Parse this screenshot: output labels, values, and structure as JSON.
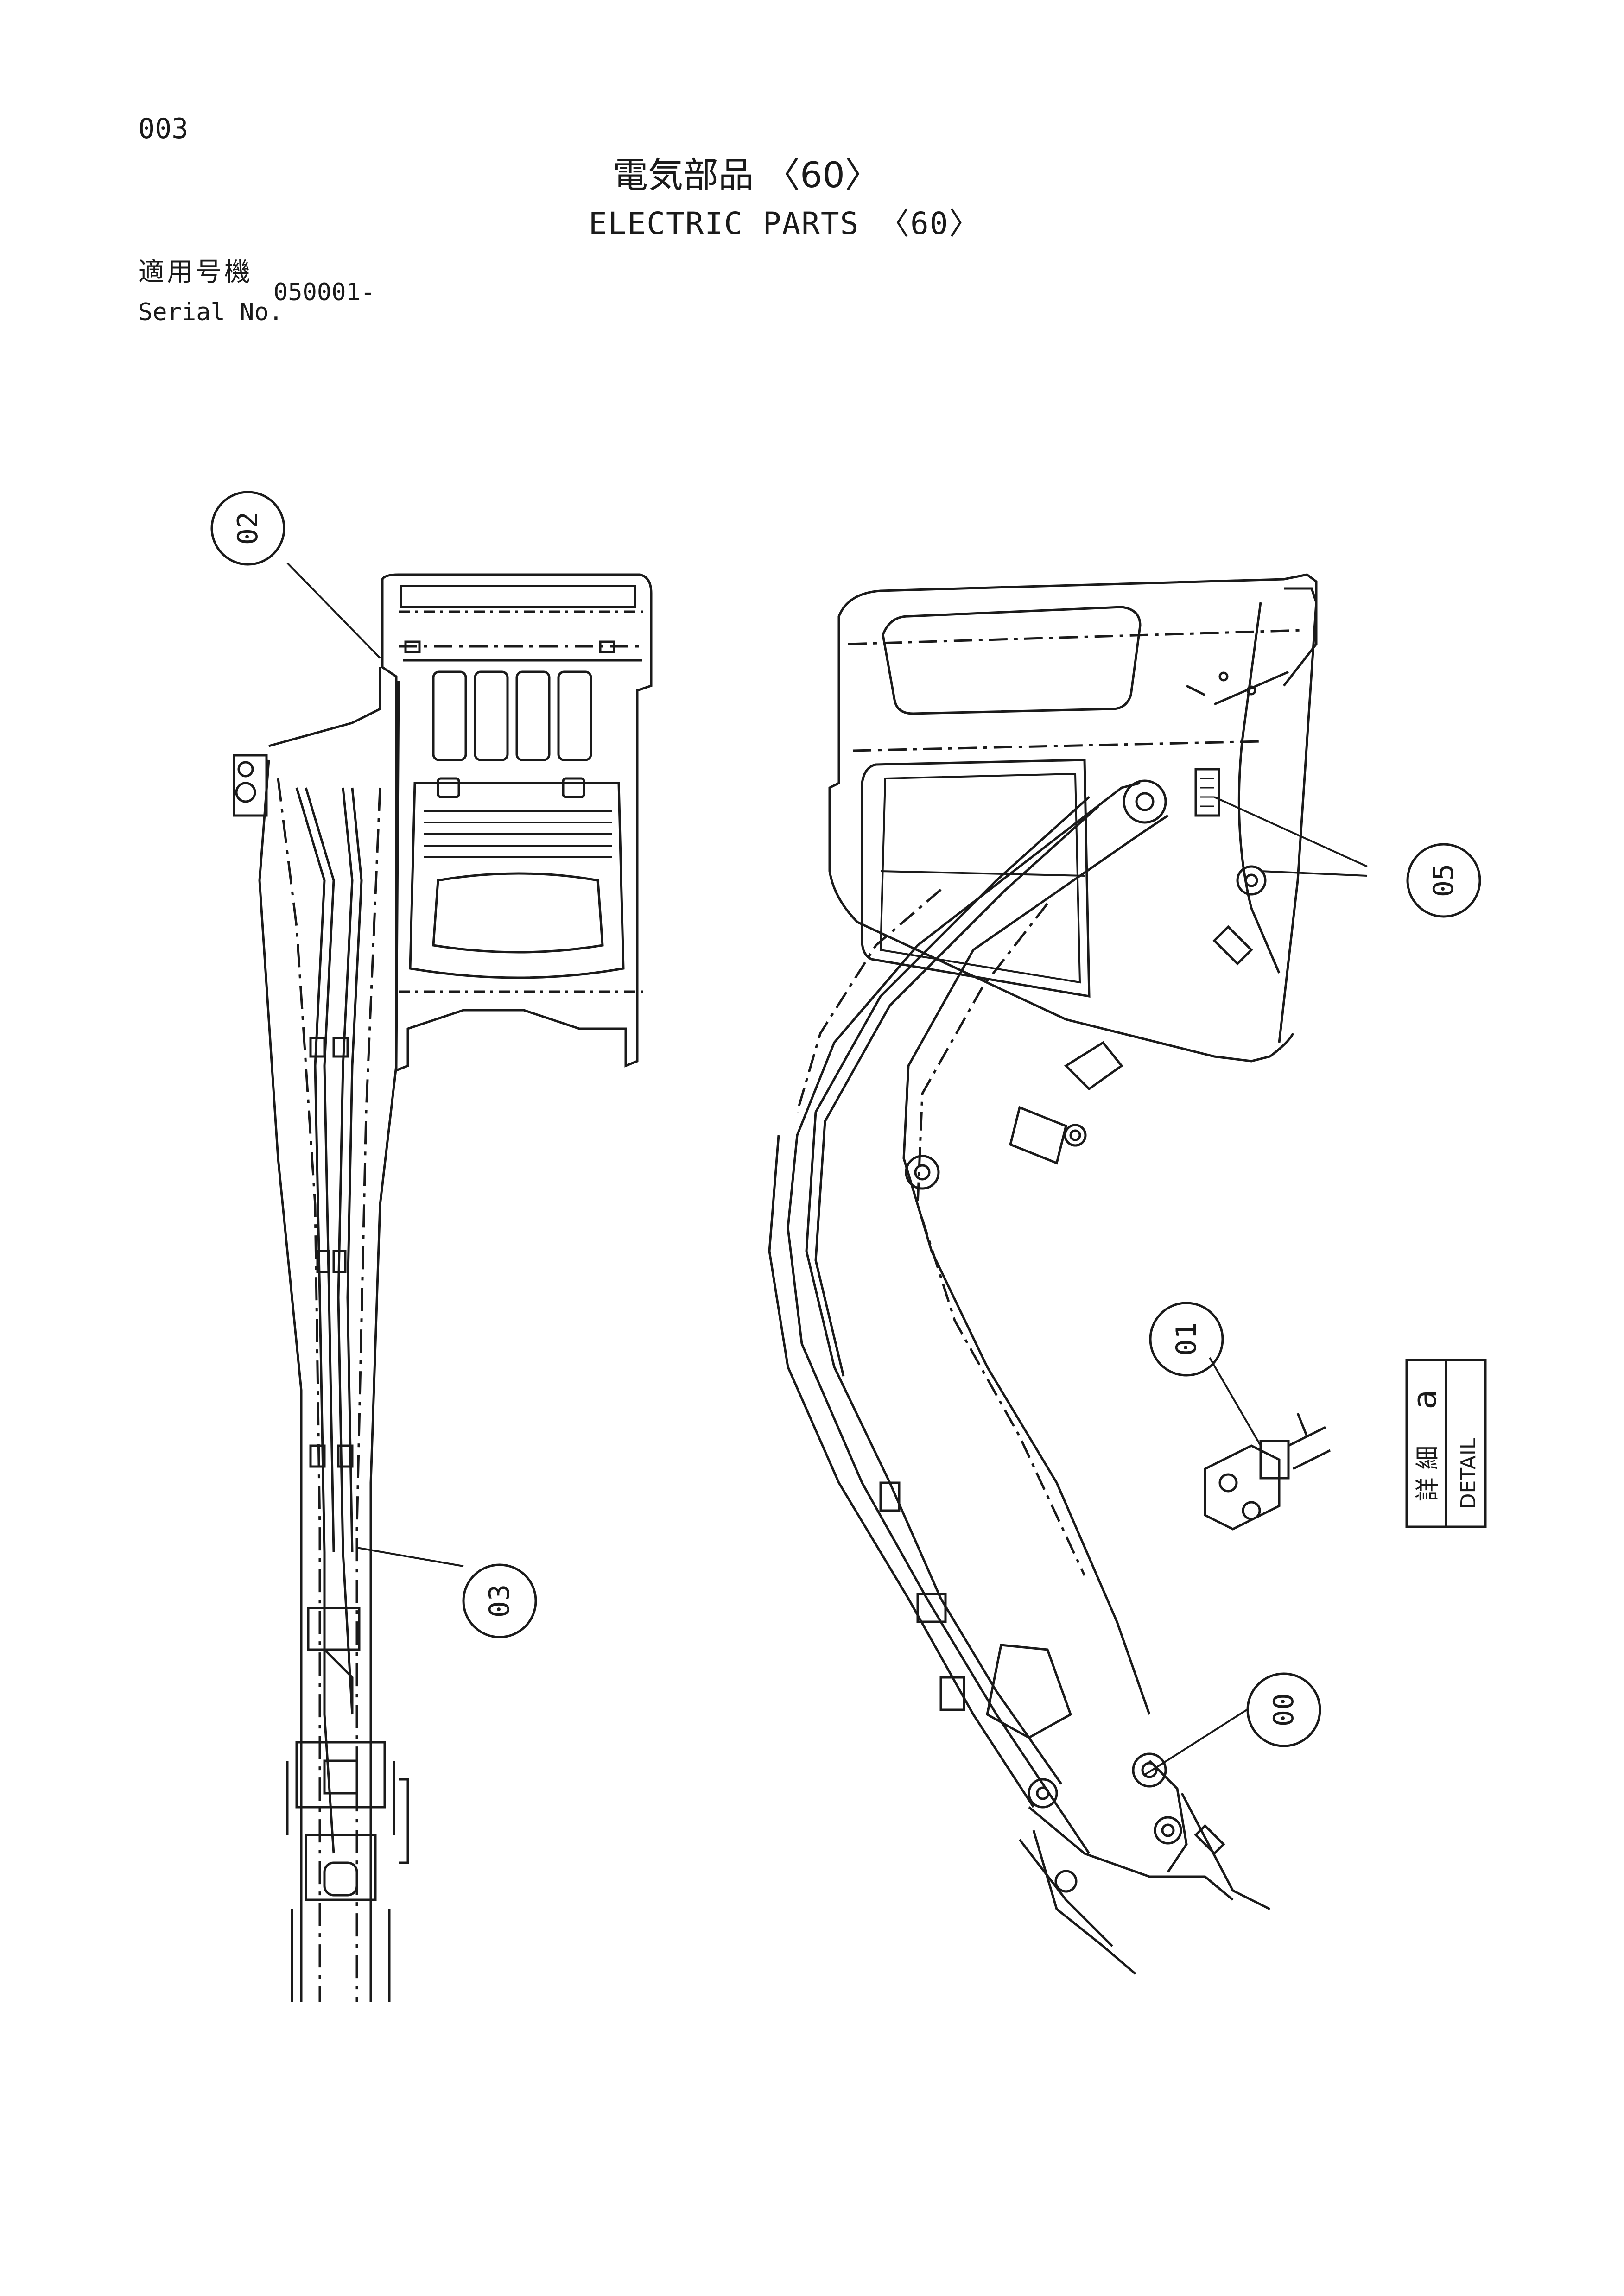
{
  "header": {
    "page_number": "003",
    "title_ja": "電気部品 〈60〉",
    "title_en": "ELECTRIC PARTS 〈60〉"
  },
  "serial": {
    "label_ja": "適用号機",
    "label_en": "Serial No.",
    "value": "050001-"
  },
  "callouts": [
    "00",
    "01",
    "02",
    "03",
    "05"
  ],
  "detail": {
    "label_ja": "詳 細",
    "label_en": "DETAIL",
    "letter": "a"
  },
  "colors": {
    "ink": "#1a1a1a",
    "paper": "#ffffff"
  }
}
